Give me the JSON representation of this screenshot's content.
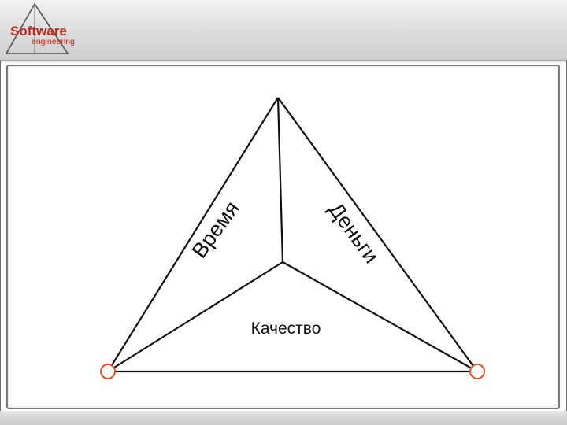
{
  "logo": {
    "line1": "Software",
    "line2": "engineering",
    "colors": {
      "text": "#c02a1a",
      "triangle": "#555555"
    }
  },
  "diagram": {
    "labels": {
      "time": "Время",
      "money": "Деньги",
      "quality": "Качество"
    },
    "colors": {
      "lines": "#111111",
      "vertex_markers": "#e0522a"
    }
  }
}
